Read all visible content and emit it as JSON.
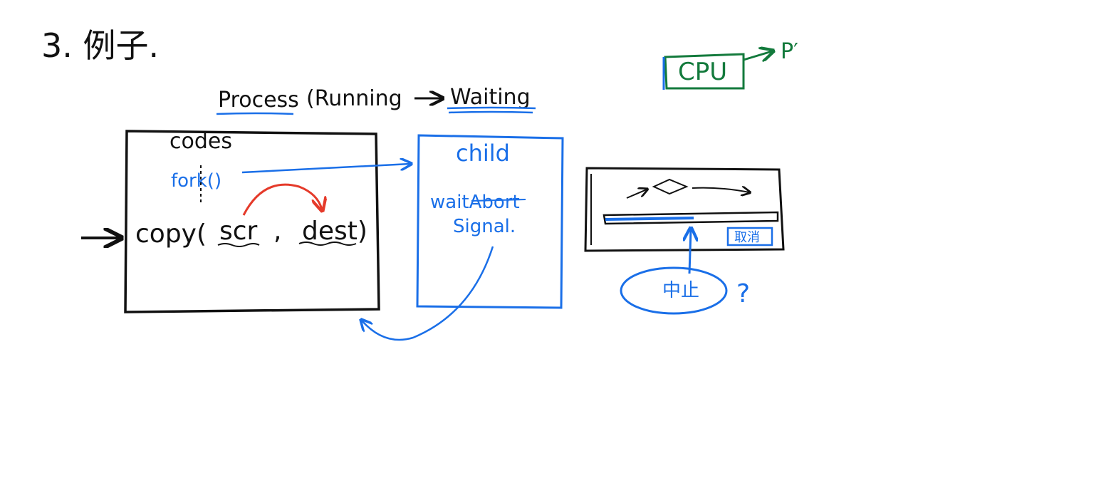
{
  "colors": {
    "black_ink": "#111111",
    "blue_ink": "#1a6fe8",
    "green_ink": "#137a3c",
    "red_ink": "#e53a2a"
  },
  "heading": "3. 例子.",
  "title": {
    "process": "Process",
    "running": "(Running",
    "waiting": "Waiting"
  },
  "cpu": {
    "label": "CPU",
    "target": "P′"
  },
  "code_box": {
    "label": "codes",
    "fork_call": "fork()",
    "copy_open": "copy(",
    "arg_src": "scr",
    "comma": ",",
    "arg_dest": "dest)"
  },
  "child_box": {
    "label": "child",
    "line1": "waitAbort",
    "line2": "Signal."
  },
  "dialog": {
    "cancel_button": "取消",
    "abort_label": "中止",
    "question": "?"
  }
}
